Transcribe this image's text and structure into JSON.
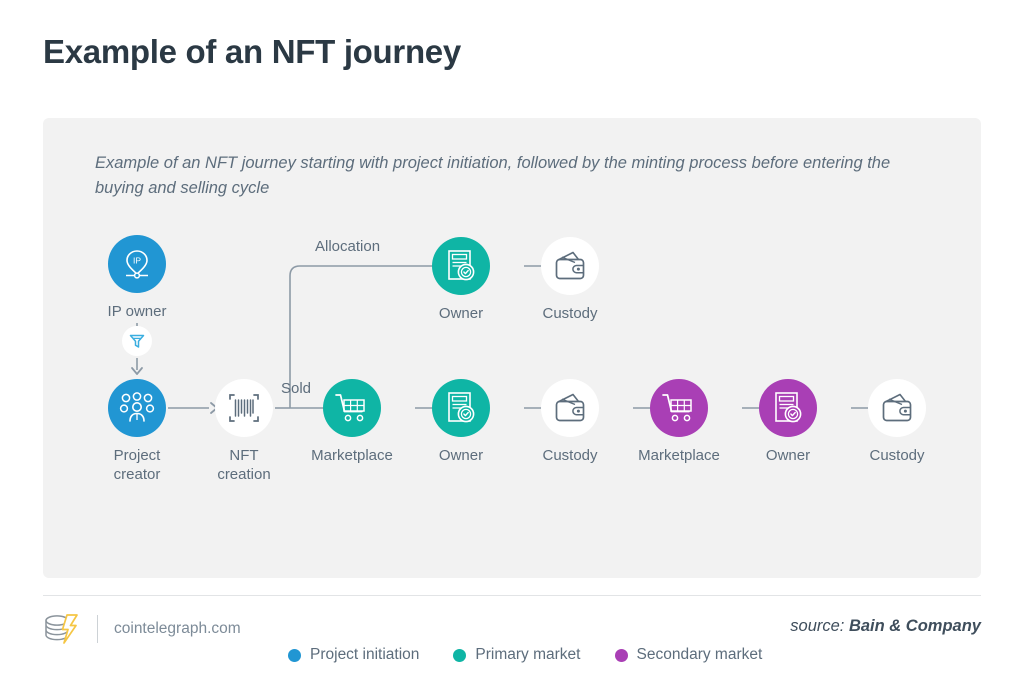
{
  "header": {
    "title": "Example of an NFT journey"
  },
  "panel": {
    "subtitle": "Example of an NFT journey starting with project initiation, followed by the minting process before entering the buying and selling cycle"
  },
  "colors": {
    "project_initiation": "#2196d3",
    "primary_market": "#0fb5a5",
    "secondary_market": "#a93fb5",
    "neutral": "#ffffff",
    "connector": "#8d9aa6",
    "panel_background": "#f2f2f2",
    "title_text": "#2b3944",
    "body_text": "#5d6d7c"
  },
  "diagram": {
    "nodes": {
      "ip_owner": {
        "label": "IP owner",
        "icon": "ip-pin-icon",
        "color": "blue"
      },
      "funnel": {
        "icon": "funnel-icon",
        "color": "white"
      },
      "project_creator": {
        "label": "Project\ncreator",
        "icon": "people-group-icon",
        "color": "blue"
      },
      "nft_creation": {
        "label": "NFT\ncreation",
        "icon": "barcode-scan-icon",
        "color": "white"
      },
      "marketplace_primary": {
        "label": "Marketplace",
        "icon": "shopping-cart-icon",
        "color": "teal"
      },
      "owner_primary": {
        "label": "Owner",
        "icon": "certificate-seal-icon",
        "color": "teal"
      },
      "custody_primary": {
        "label": "Custody",
        "icon": "wallet-icon",
        "color": "white"
      },
      "owner_allocation": {
        "label": "Owner",
        "icon": "certificate-seal-icon",
        "color": "teal"
      },
      "custody_allocation": {
        "label": "Custody",
        "icon": "wallet-icon",
        "color": "white"
      },
      "marketplace_secondary": {
        "label": "Marketplace",
        "icon": "shopping-cart-icon",
        "color": "purple"
      },
      "owner_secondary": {
        "label": "Owner",
        "icon": "certificate-seal-icon",
        "color": "purple"
      },
      "custody_secondary": {
        "label": "Custody",
        "icon": "wallet-icon",
        "color": "white"
      }
    },
    "edge_labels": {
      "allocation": "Allocation",
      "sold": "Sold"
    }
  },
  "legend": {
    "items": [
      {
        "label": "Project initiation",
        "color": "#2196d3"
      },
      {
        "label": "Primary market",
        "color": "#0fb5a5"
      },
      {
        "label": "Secondary market",
        "color": "#a93fb5"
      }
    ]
  },
  "footer": {
    "brand": "cointelegraph.com",
    "source_prefix": "source: ",
    "source_name": "Bain & Company"
  }
}
